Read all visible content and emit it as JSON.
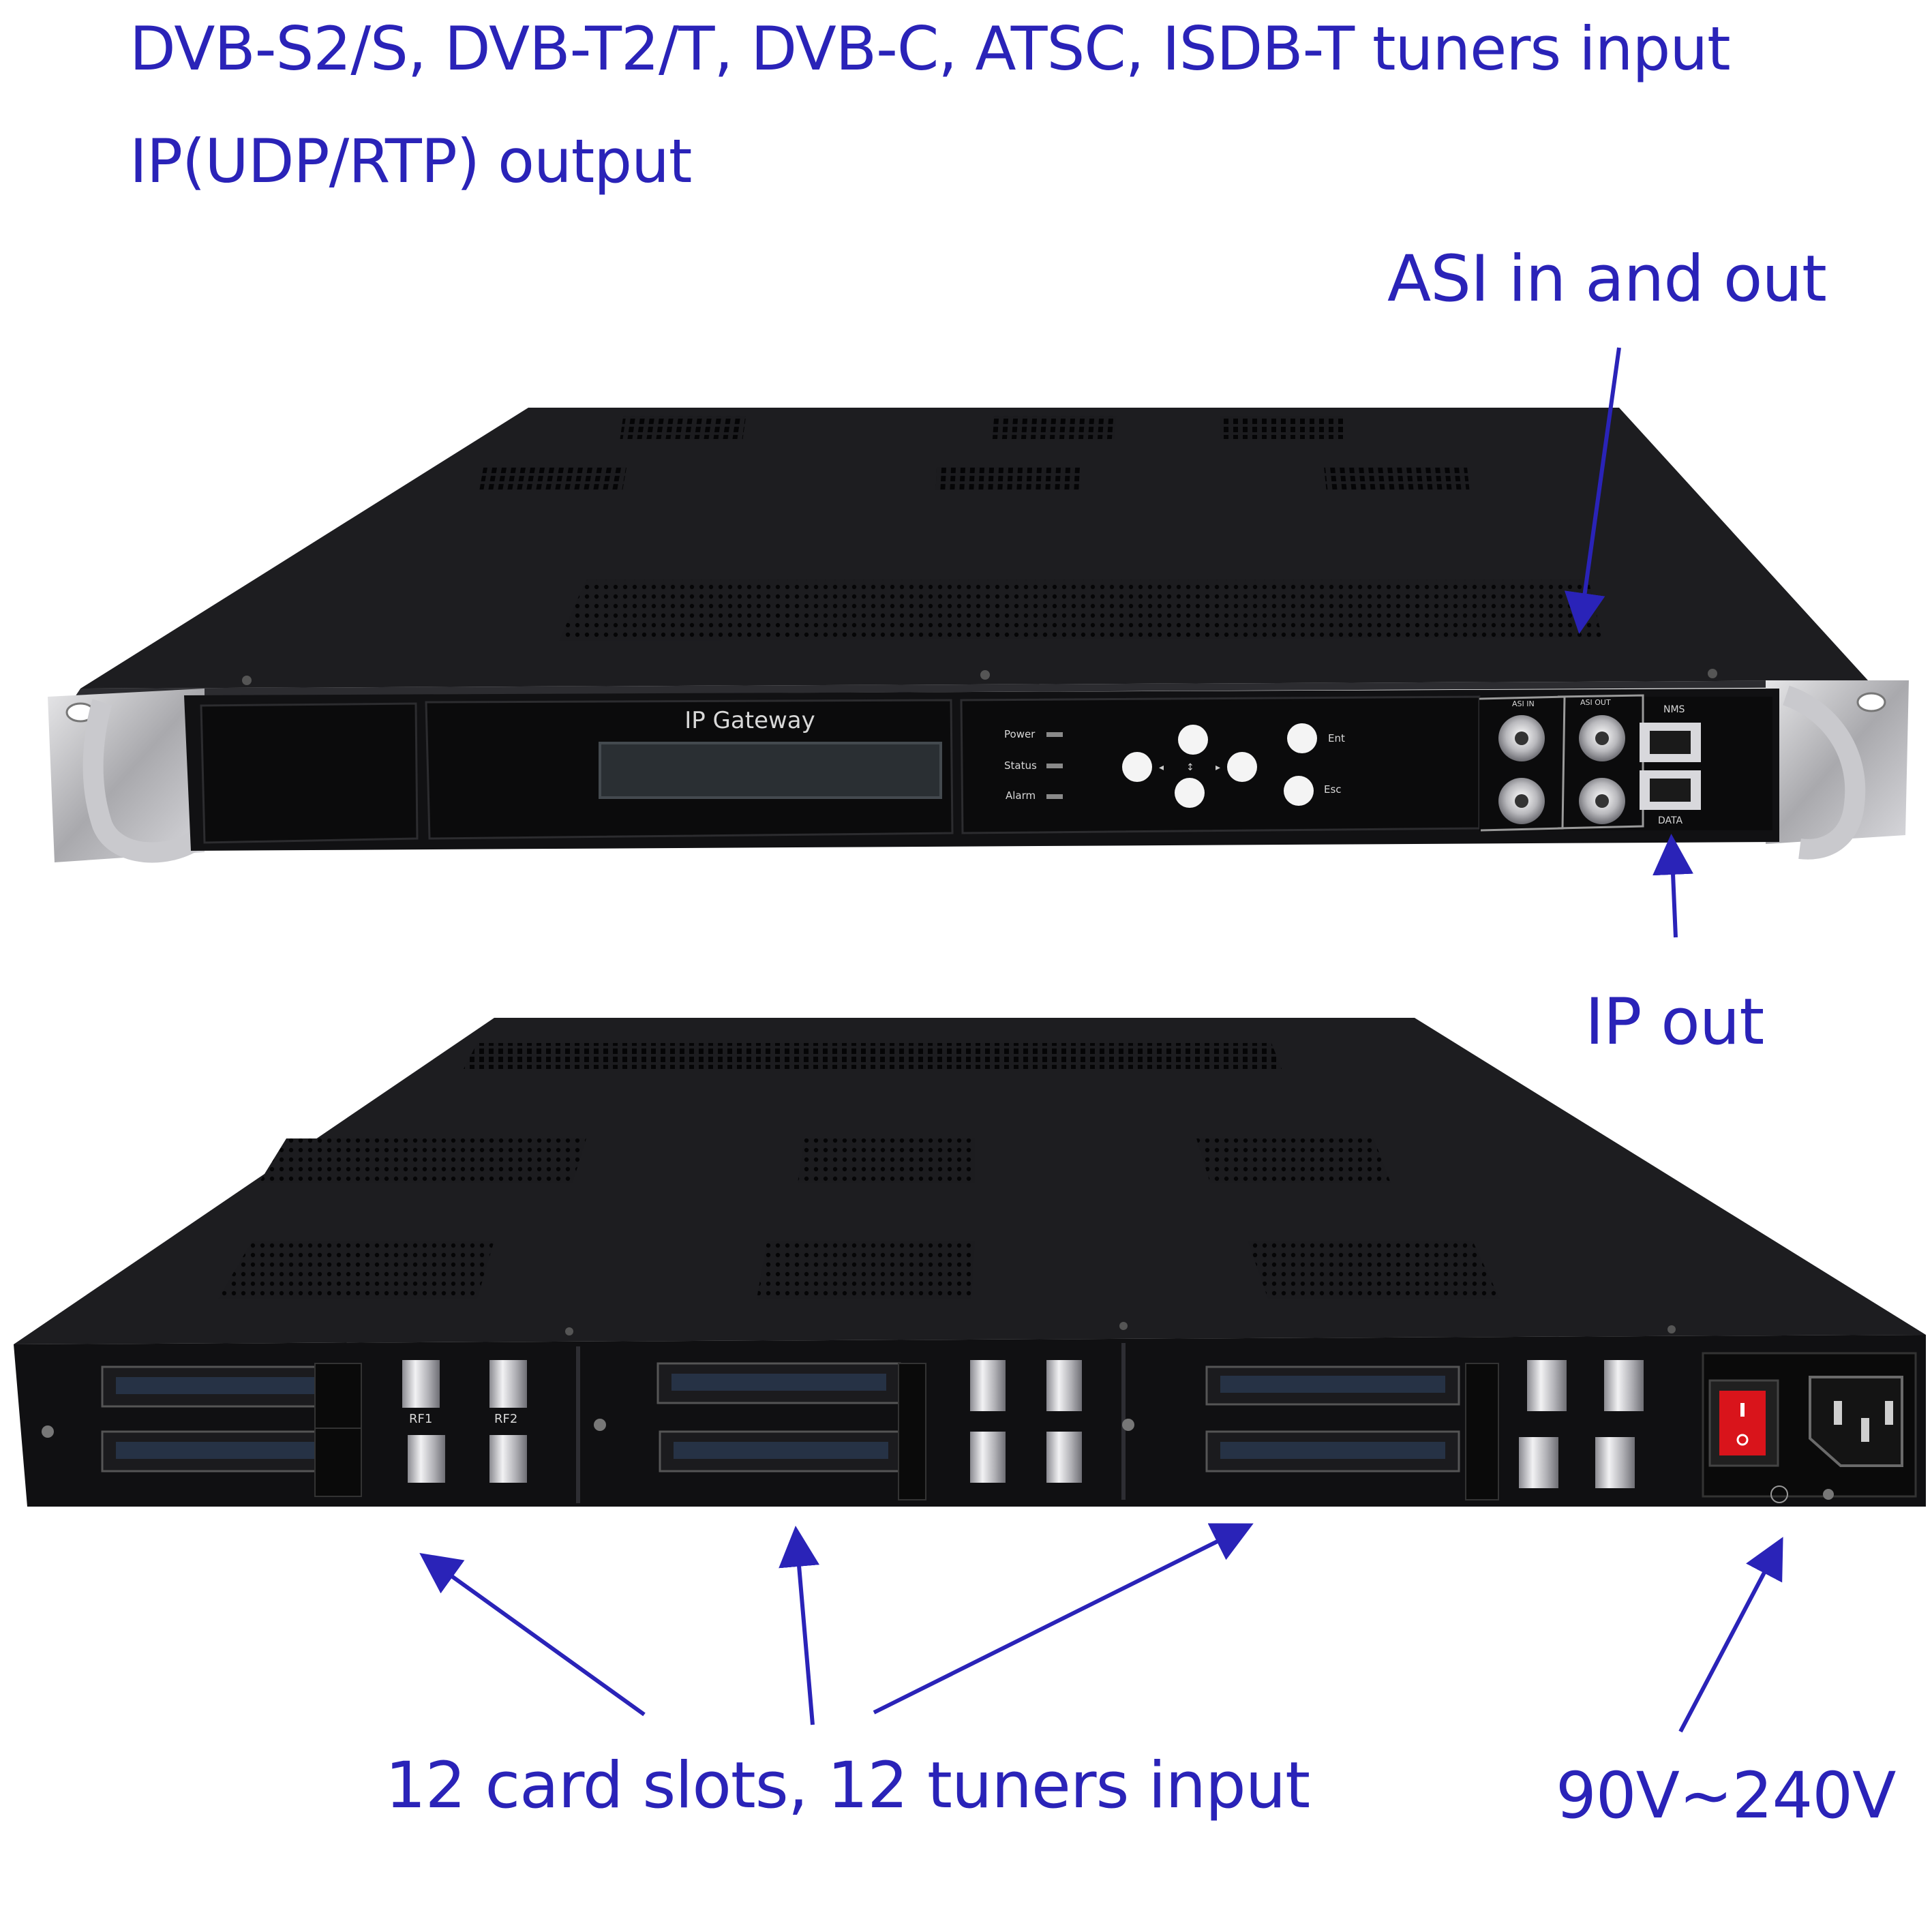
{
  "captions": {
    "title_line1": "DVB-S2/S, DVB-T2/T, DVB-C, ATSC, ISDB-T tuners input",
    "title_line2": "IP(UDP/RTP) output",
    "asi": "ASI in and out",
    "ip_out": "IP out",
    "slots": "12 card slots, 12 tuners input",
    "power": "90V~240V"
  },
  "front_panel": {
    "display_title": "IP Gateway",
    "leds": [
      "Power",
      "Status",
      "Alarm"
    ],
    "buttons": {
      "enter": "Ent",
      "escape": "Esc"
    },
    "ports": {
      "asi_in": "ASI IN",
      "asi_out": "ASI OUT",
      "nms": "NMS",
      "data": "DATA"
    }
  },
  "rear_panel": {
    "rf_labels": [
      "RF1",
      "RF2"
    ]
  },
  "colors": {
    "annotation": "#2a23b8",
    "chassis": "#1a1a1c",
    "panel": "#0e0e10",
    "metal": "#b8b8bc"
  }
}
